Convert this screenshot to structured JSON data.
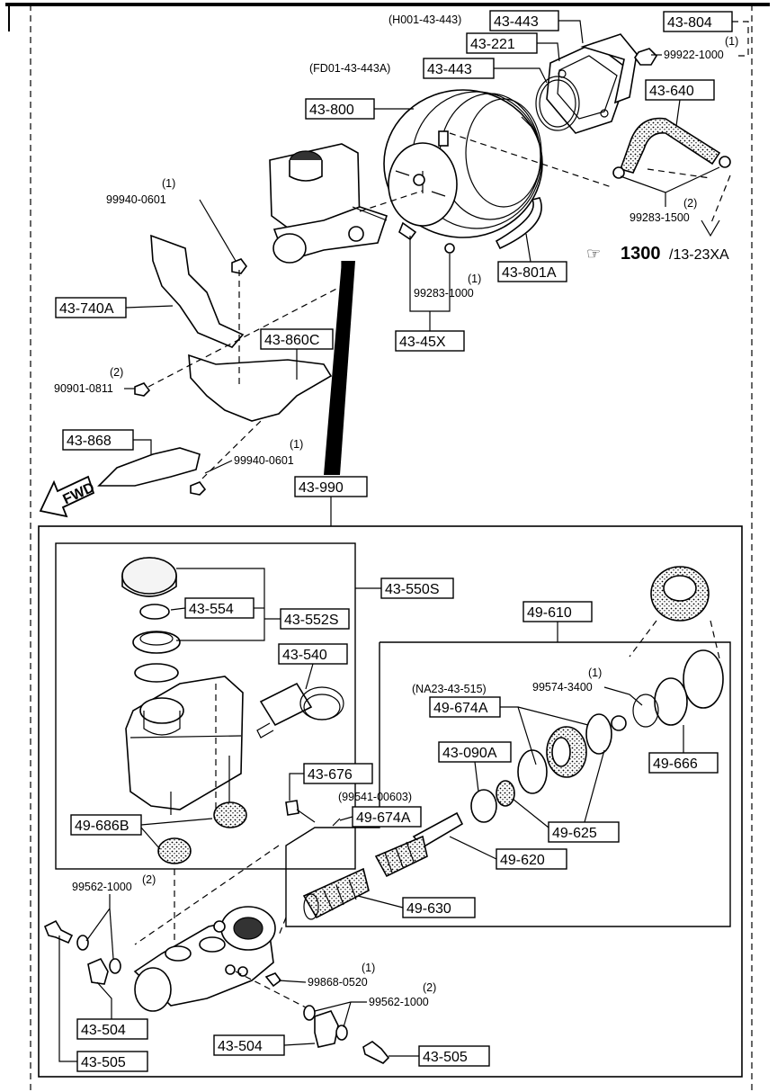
{
  "labels": {
    "43-443-top": "43-443",
    "43-443-top-code": "(H001-43-443)",
    "43-804": "43-804",
    "43-221": "43-221",
    "43-443-mid": "43-443",
    "43-443-mid-code": "(FD01-43-443A)",
    "43-800": "43-800",
    "43-640": "43-640",
    "43-801A": "43-801A",
    "43-45X": "43-45X",
    "43-740A": "43-740A",
    "43-860C": "43-860C",
    "43-868": "43-868",
    "43-990": "43-990",
    "43-550S": "43-550S",
    "43-554": "43-554",
    "43-552S": "43-552S",
    "43-540": "43-540",
    "49-610": "49-610",
    "49-674A-a": "49-674A",
    "49-674A-a-code": "(NA23-43-515)",
    "43-090A": "43-090A",
    "49-666": "49-666",
    "43-676": "43-676",
    "49-674A-b": "49-674A",
    "49-674A-b-code": "(99541-00603)",
    "49-625": "49-625",
    "49-686B": "49-686B",
    "49-620": "49-620",
    "49-630": "49-630",
    "43-504-a": "43-504",
    "43-505-a": "43-505",
    "43-504-b": "43-504",
    "43-505-b": "43-505"
  },
  "partnumbers": {
    "p99922-1000": "99922-1000",
    "q99922": "(1)",
    "p99940-0601-a": "99940-0601",
    "q99940-a": "(1)",
    "p99283-1500": "99283-1500",
    "q99283-1500": "(2)",
    "p99283-1000": "99283-1000",
    "q99283-1000": "(1)",
    "p90901-0811": "90901-0811",
    "q90901": "(2)",
    "p99940-0601-b": "99940-0601",
    "q99940-b": "(1)",
    "p99574-3400": "99574-3400",
    "q99574": "(1)",
    "p99562-1000-a": "99562-1000",
    "q99562-a": "(2)",
    "p99868-0520": "99868-0520",
    "q99868": "(1)",
    "p99562-1000-b": "99562-1000",
    "q99562-b": "(2)"
  },
  "reference": {
    "bold": "1300",
    "rest": "/13-23XA"
  },
  "fwd": "FWD"
}
